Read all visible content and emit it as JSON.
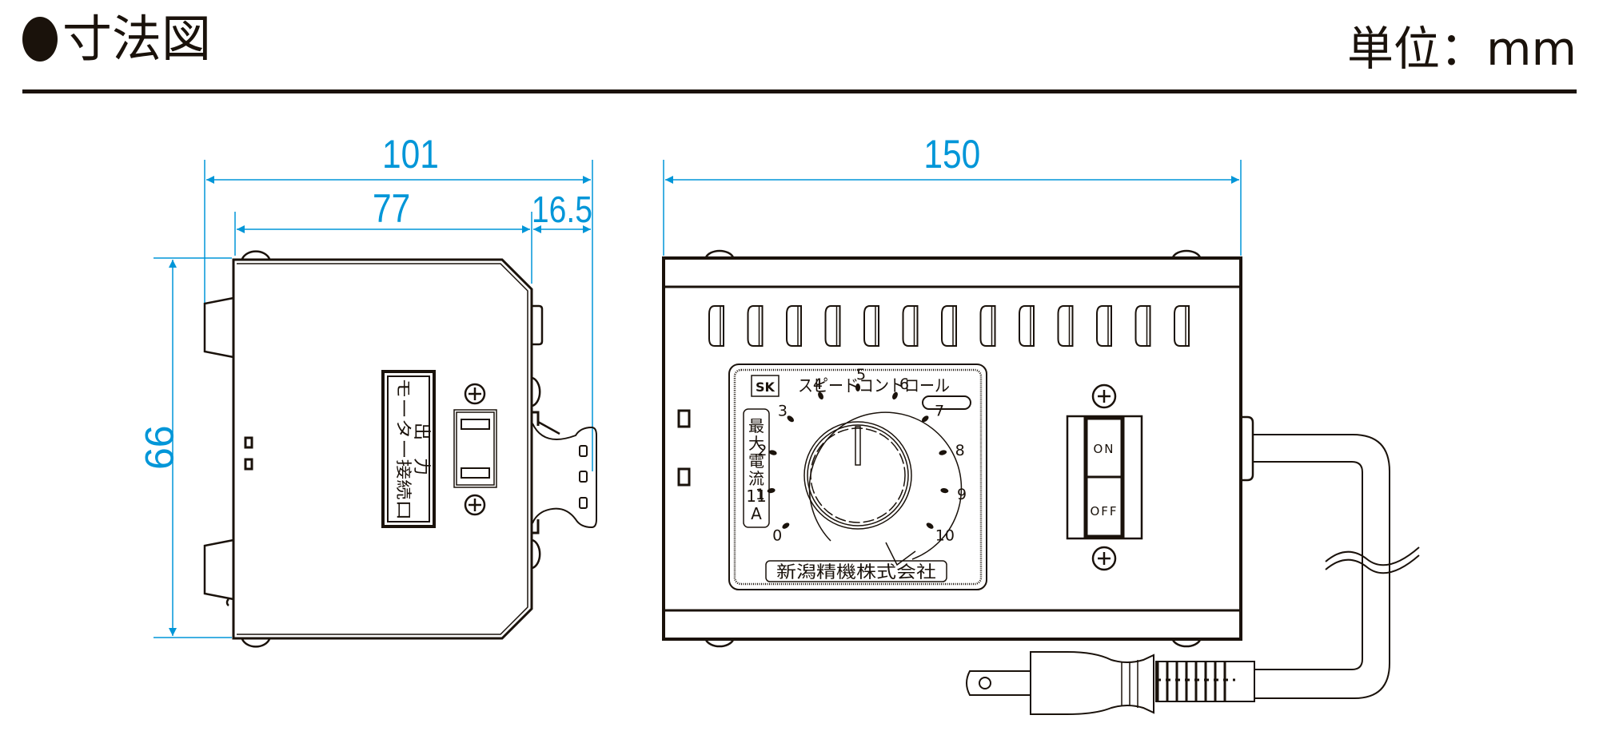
{
  "header": {
    "title": "寸法図",
    "unit_label": "単位：mm"
  },
  "colors": {
    "ink": "#1a120b",
    "dimension": "#0096d8"
  },
  "dimensions": {
    "side_total_width": "101",
    "side_body_width": "77",
    "side_clip_depth": "16.5",
    "side_height": "99",
    "front_width": "150"
  },
  "side_view": {
    "label_line1": "出　力",
    "label_line2": "モーター接続口"
  },
  "front_view": {
    "panel_title": "スピードコントロール",
    "logo": "SK",
    "max_current_label": "最大電流11A",
    "max_current_chars": [
      "最",
      "大",
      "電",
      "流",
      "11",
      "A"
    ],
    "manufacturer": "新潟精機株式会社",
    "dial_scale": [
      "0",
      "1",
      "2",
      "3",
      "4",
      "5",
      "6",
      "7",
      "8",
      "9",
      "10"
    ],
    "switch_on": "ON",
    "switch_off": "OFF"
  }
}
